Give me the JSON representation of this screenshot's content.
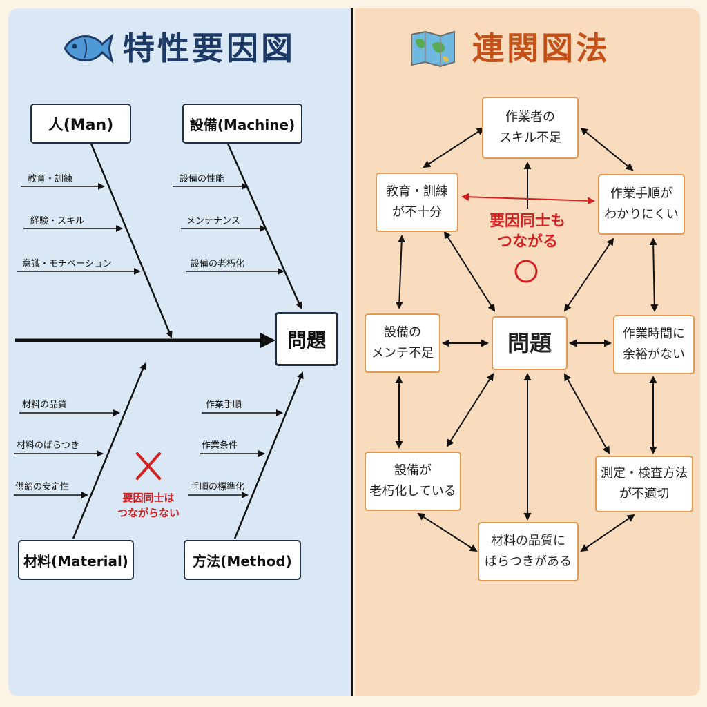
{
  "fishbone": {
    "title": "特性要因図",
    "problem": "問題",
    "categories": {
      "man": "人(Man)",
      "machine": "設備(Machine)",
      "material": "材料(Material)",
      "method": "方法(Method)"
    },
    "factors": {
      "man": [
        "教育・訓練",
        "経験・スキル",
        "意識・モチベーション"
      ],
      "machine": [
        "設備の性能",
        "メンテナンス",
        "設備の老朽化"
      ],
      "material": [
        "材料の品質",
        "材料のばらつき",
        "供給の安定性"
      ],
      "method": [
        "作業手順",
        "作業条件",
        "手順の標準化"
      ]
    },
    "note_mark": "×",
    "note": "要因同士は\nつながらない",
    "icon": "fish-icon"
  },
  "relation": {
    "title": "連関図法",
    "problem": "問題",
    "nodes": {
      "skill": "作業者の\nスキル不足",
      "education": "教育・訓練\nが不十分",
      "procedure": "作業手順が\nわかりにくい",
      "maintenance": "設備の\nメンテ不足",
      "time": "作業時間に\n余裕がない",
      "aging": "設備が\n老朽化している",
      "inspection": "測定・検査方法\nが不適切",
      "material": "材料の品質に\nばらつきがある"
    },
    "note": "要因同士も\nつながる",
    "note_mark": "○",
    "icon": "map-icon"
  },
  "colors": {
    "left_bg": "#d9e8f4",
    "right_bg": "#f9dcbd",
    "left_title": "#1d3a66",
    "right_title": "#c4511a",
    "accent_red": "#d42020",
    "node_border": "#e29a52"
  }
}
